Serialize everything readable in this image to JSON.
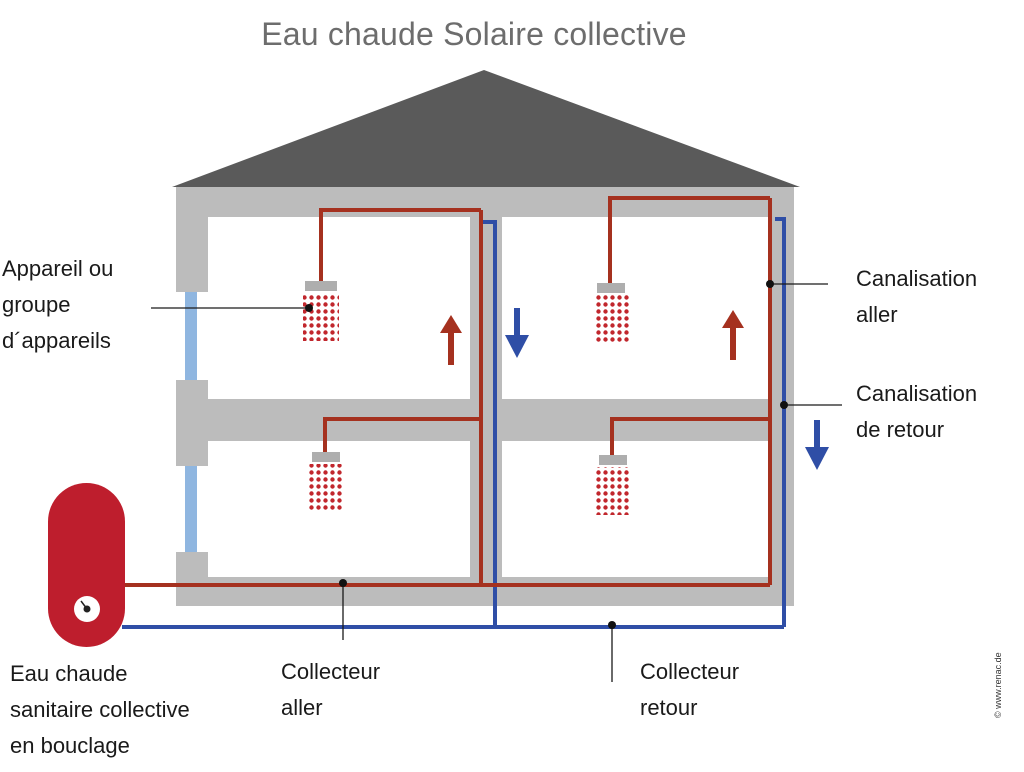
{
  "title": "Eau chaude Solaire collective",
  "labels": {
    "appliance": [
      "Appareil ou",
      "groupe",
      "d´appareils"
    ],
    "supply_pipe": [
      "Canalisation",
      "aller"
    ],
    "return_pipe": [
      "Canalisation",
      "de retour"
    ],
    "tank": [
      "Eau chaude",
      "sanitaire collective",
      "en bouclage"
    ],
    "supply_collector": [
      "Collecteur",
      "aller"
    ],
    "return_collector": [
      "Collecteur",
      "retour"
    ]
  },
  "credit": "© www.renac.de",
  "colors": {
    "hot_pipe": "#a5311f",
    "cold_pipe": "#2f4ea6",
    "roof": "#5a5a5a",
    "walls": "#bcbcbc",
    "shower_head": "#aeaeae",
    "shower_drops": "#c1272d",
    "tank": "#be1e2d",
    "riser": "#8fb6e0"
  },
  "icons": [
    "shower-head-icon",
    "up-arrow-icon",
    "down-arrow-icon",
    "thermometer-icon"
  ]
}
